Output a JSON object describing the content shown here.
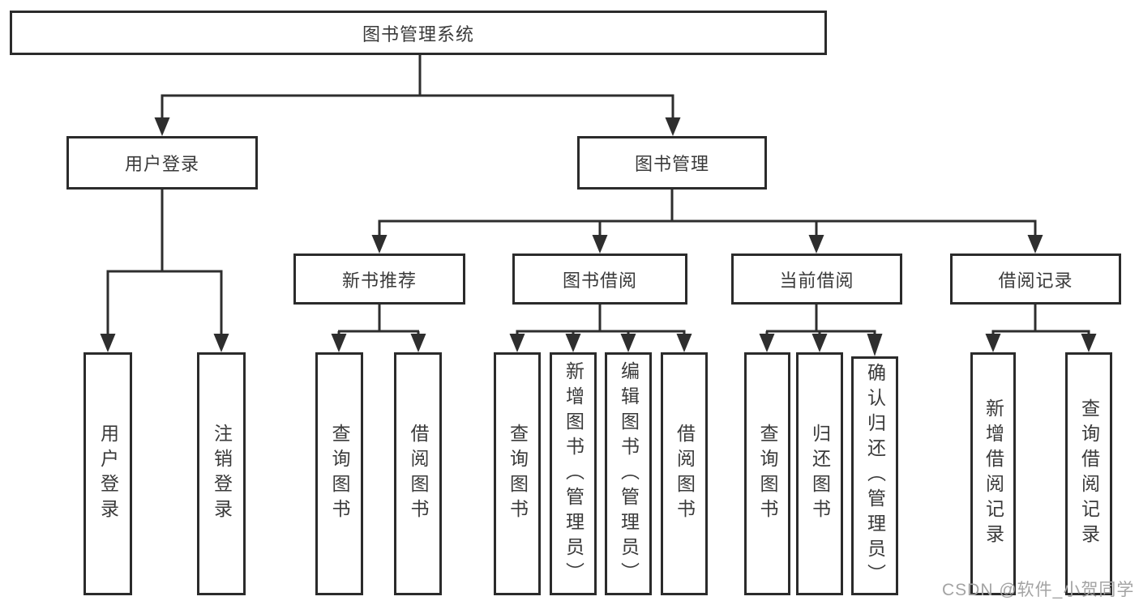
{
  "diagram_title": "图书管理系统",
  "tree": {
    "root": "图书管理系统",
    "branches": [
      {
        "label": "用户登录",
        "children": [
          {
            "label": "用户登录"
          },
          {
            "label": "注销登录"
          }
        ]
      },
      {
        "label": "图书管理",
        "children": [
          {
            "label": "新书推荐",
            "children": [
              {
                "label": "查询图书"
              },
              {
                "label": "借阅图书"
              }
            ]
          },
          {
            "label": "图书借阅",
            "children": [
              {
                "label": "查询图书"
              },
              {
                "label": "新增图书（管理员）"
              },
              {
                "label": "编辑图书（管理员）"
              },
              {
                "label": "借阅图书"
              }
            ]
          },
          {
            "label": "当前借阅",
            "children": [
              {
                "label": "查询图书"
              },
              {
                "label": "归还图书"
              },
              {
                "label": "确认归还（管理员）"
              }
            ]
          },
          {
            "label": "借阅记录",
            "children": [
              {
                "label": "新增借阅记录"
              },
              {
                "label": "查询借阅记录"
              }
            ]
          }
        ]
      }
    ]
  },
  "watermark": "CSDN @软件_小贺同学",
  "colors": {
    "line": "#2e2e2e",
    "box_border": "#2b2b2b",
    "text": "#3a3a3a",
    "background": "#ffffff",
    "watermark": "#a3a3a3"
  }
}
